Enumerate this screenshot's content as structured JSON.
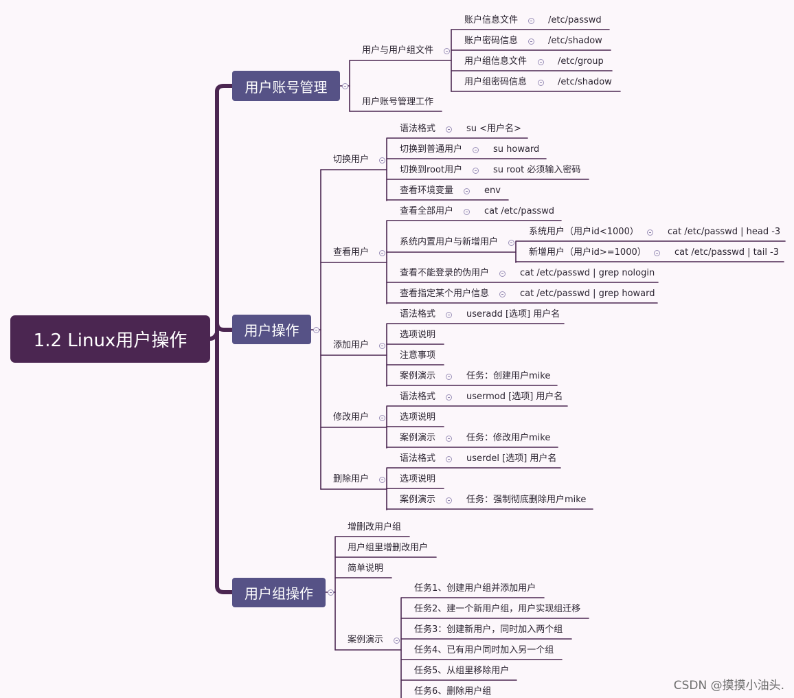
{
  "root": {
    "label": "1.2 Linux用户操作"
  },
  "branches": [
    {
      "label": "用户账号管理",
      "children": [
        {
          "label": "用户与用户组文件",
          "children": [
            {
              "label": "账户信息文件",
              "value": "/etc/passwd"
            },
            {
              "label": "账户密码信息",
              "value": "/etc/shadow"
            },
            {
              "label": "用户组信息文件",
              "value": "/etc/group"
            },
            {
              "label": "用户组密码信息",
              "value": "/etc/shadow"
            }
          ]
        },
        {
          "label": "用户账号管理工作"
        }
      ]
    },
    {
      "label": "用户操作",
      "children": [
        {
          "label": "切换用户",
          "children": [
            {
              "label": "语法格式",
              "value": "su <用户名>"
            },
            {
              "label": "切换到普通用户",
              "value": "su howard"
            },
            {
              "label": "切换到root用户",
              "value": "su root 必须输入密码"
            },
            {
              "label": "查看环境变量",
              "value": "env"
            }
          ]
        },
        {
          "label": "查看用户",
          "children": [
            {
              "label": "查看全部用户",
              "value": "cat /etc/passwd"
            },
            {
              "label": "系统内置用户与新增用户",
              "children": [
                {
                  "label": "系统用户（用户id<1000）",
                  "value": "cat /etc/passwd | head -3"
                },
                {
                  "label": "新增用户（用户id>=1000）",
                  "value": "cat /etc/passwd | tail -3"
                }
              ]
            },
            {
              "label": "查看不能登录的伪用户",
              "value": "cat /etc/passwd | grep nologin"
            },
            {
              "label": "查看指定某个用户信息",
              "value": "cat /etc/passwd | grep howard"
            }
          ]
        },
        {
          "label": "添加用户",
          "children": [
            {
              "label": "语法格式",
              "value": "useradd [选项] 用户名"
            },
            {
              "label": "选项说明"
            },
            {
              "label": "注意事项"
            },
            {
              "label": "案例演示",
              "value": "任务：创建用户mike"
            }
          ]
        },
        {
          "label": "修改用户",
          "children": [
            {
              "label": "语法格式",
              "value": "usermod [选项] 用户名"
            },
            {
              "label": "选项说明"
            },
            {
              "label": "案例演示",
              "value": "任务：修改用户mike"
            }
          ]
        },
        {
          "label": "删除用户",
          "children": [
            {
              "label": "语法格式",
              "value": "userdel [选项] 用户名"
            },
            {
              "label": "选项说明"
            },
            {
              "label": "案例演示",
              "value": "任务：强制彻底删除用户mike"
            }
          ]
        }
      ]
    },
    {
      "label": "用户组操作",
      "children": [
        {
          "label": "增删改用户组"
        },
        {
          "label": "用户组里增删改用户"
        },
        {
          "label": "简单说明"
        },
        {
          "label": "案例演示",
          "children": [
            {
              "label": "任务1、创建用户组并添加用户"
            },
            {
              "label": "任务2、建一个新用户组，用户实现组迁移"
            },
            {
              "label": "任务3：创建新用户，同时加入两个组"
            },
            {
              "label": "任务4、已有用户同时加入另一个组"
            },
            {
              "label": "任务5、从组里移除用户"
            },
            {
              "label": "任务6、删除用户组"
            }
          ]
        }
      ]
    }
  ],
  "watermark": "CSDN @摸摸小油头.",
  "colors": {
    "background": "#fcf7fb",
    "root_fill": "#4b2651",
    "branch_fill": "#565286",
    "line": "#4b2651",
    "text": "#2a2330"
  }
}
